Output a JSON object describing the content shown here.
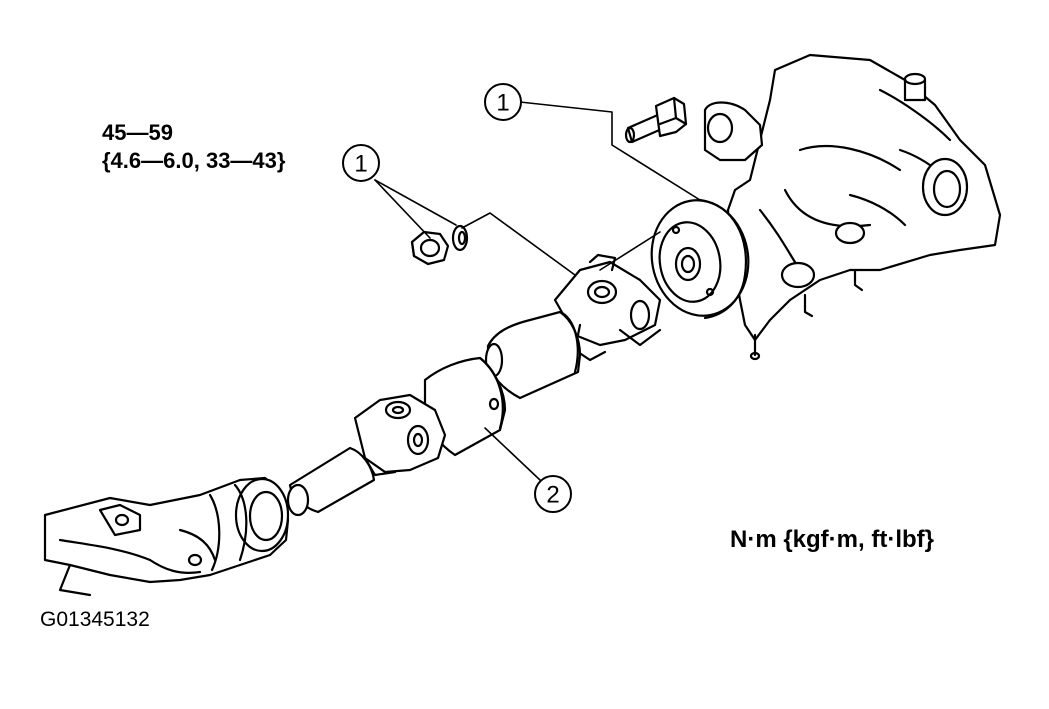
{
  "torque_spec": {
    "line1": "45—59",
    "line2": "{4.6—6.0, 33—43}"
  },
  "units_label": "N·m {kgf·m,  ft·lbf}",
  "figure_code": "G01345132",
  "callouts": [
    {
      "id": "callout-1-bolt",
      "number": "1"
    },
    {
      "id": "callout-1-nut-washer",
      "number": "1"
    },
    {
      "id": "callout-2-propeller-shaft",
      "number": "2"
    }
  ],
  "colors": {
    "ink": "#000000",
    "paper": "#ffffff"
  }
}
